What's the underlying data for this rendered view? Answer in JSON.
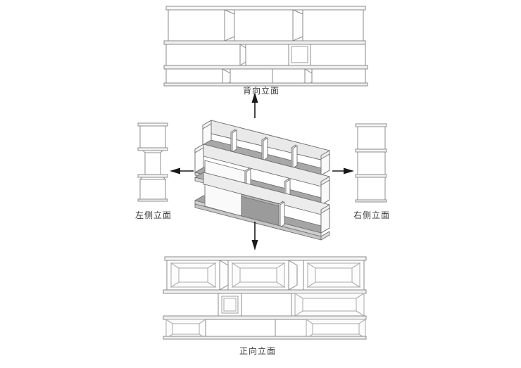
{
  "document": {
    "type": "orthographic-projection-drawing",
    "subject": "shelving-cabinet-unit",
    "background_color": "#ffffff"
  },
  "views": {
    "back": {
      "label": "背向立面",
      "position": "top",
      "bands": 3,
      "description": "back elevation, three horizontal shelf bands with vertical dividers"
    },
    "left": {
      "label": "左侧立面",
      "position": "left",
      "bands": 3,
      "description": "left side elevation, stepped tapered profile wide-narrow-wide"
    },
    "right": {
      "label": "右侧立面",
      "position": "right",
      "bands": 3,
      "description": "right side elevation, plain rectangle with three equal divisions"
    },
    "front": {
      "label": "正向立面",
      "position": "bottom",
      "bands": 3,
      "description": "front elevation, nested open shelf cavities drawn in perspective"
    },
    "isometric": {
      "label": "",
      "position": "center",
      "description": "3D isometric view of stepped shelving unit"
    }
  },
  "arrows": {
    "up": {
      "name": "arrow-to-back-view",
      "direction": "up"
    },
    "down": {
      "name": "arrow-to-front-view",
      "direction": "down"
    },
    "left": {
      "name": "arrow-to-left-view",
      "direction": "left"
    },
    "right": {
      "name": "arrow-to-right-view",
      "direction": "right"
    }
  },
  "colors": {
    "outline": "#808080",
    "outline_dark": "#6a6a6a",
    "panel_light": "#f2f2f2",
    "panel_white": "#fbfbfb",
    "surface_gray": "#9a9a9a",
    "surface_mid": "#b4b4b4",
    "surface_dark": "#878787",
    "arrow": "#1a1a1a",
    "label_text": "#3a3a3a"
  }
}
